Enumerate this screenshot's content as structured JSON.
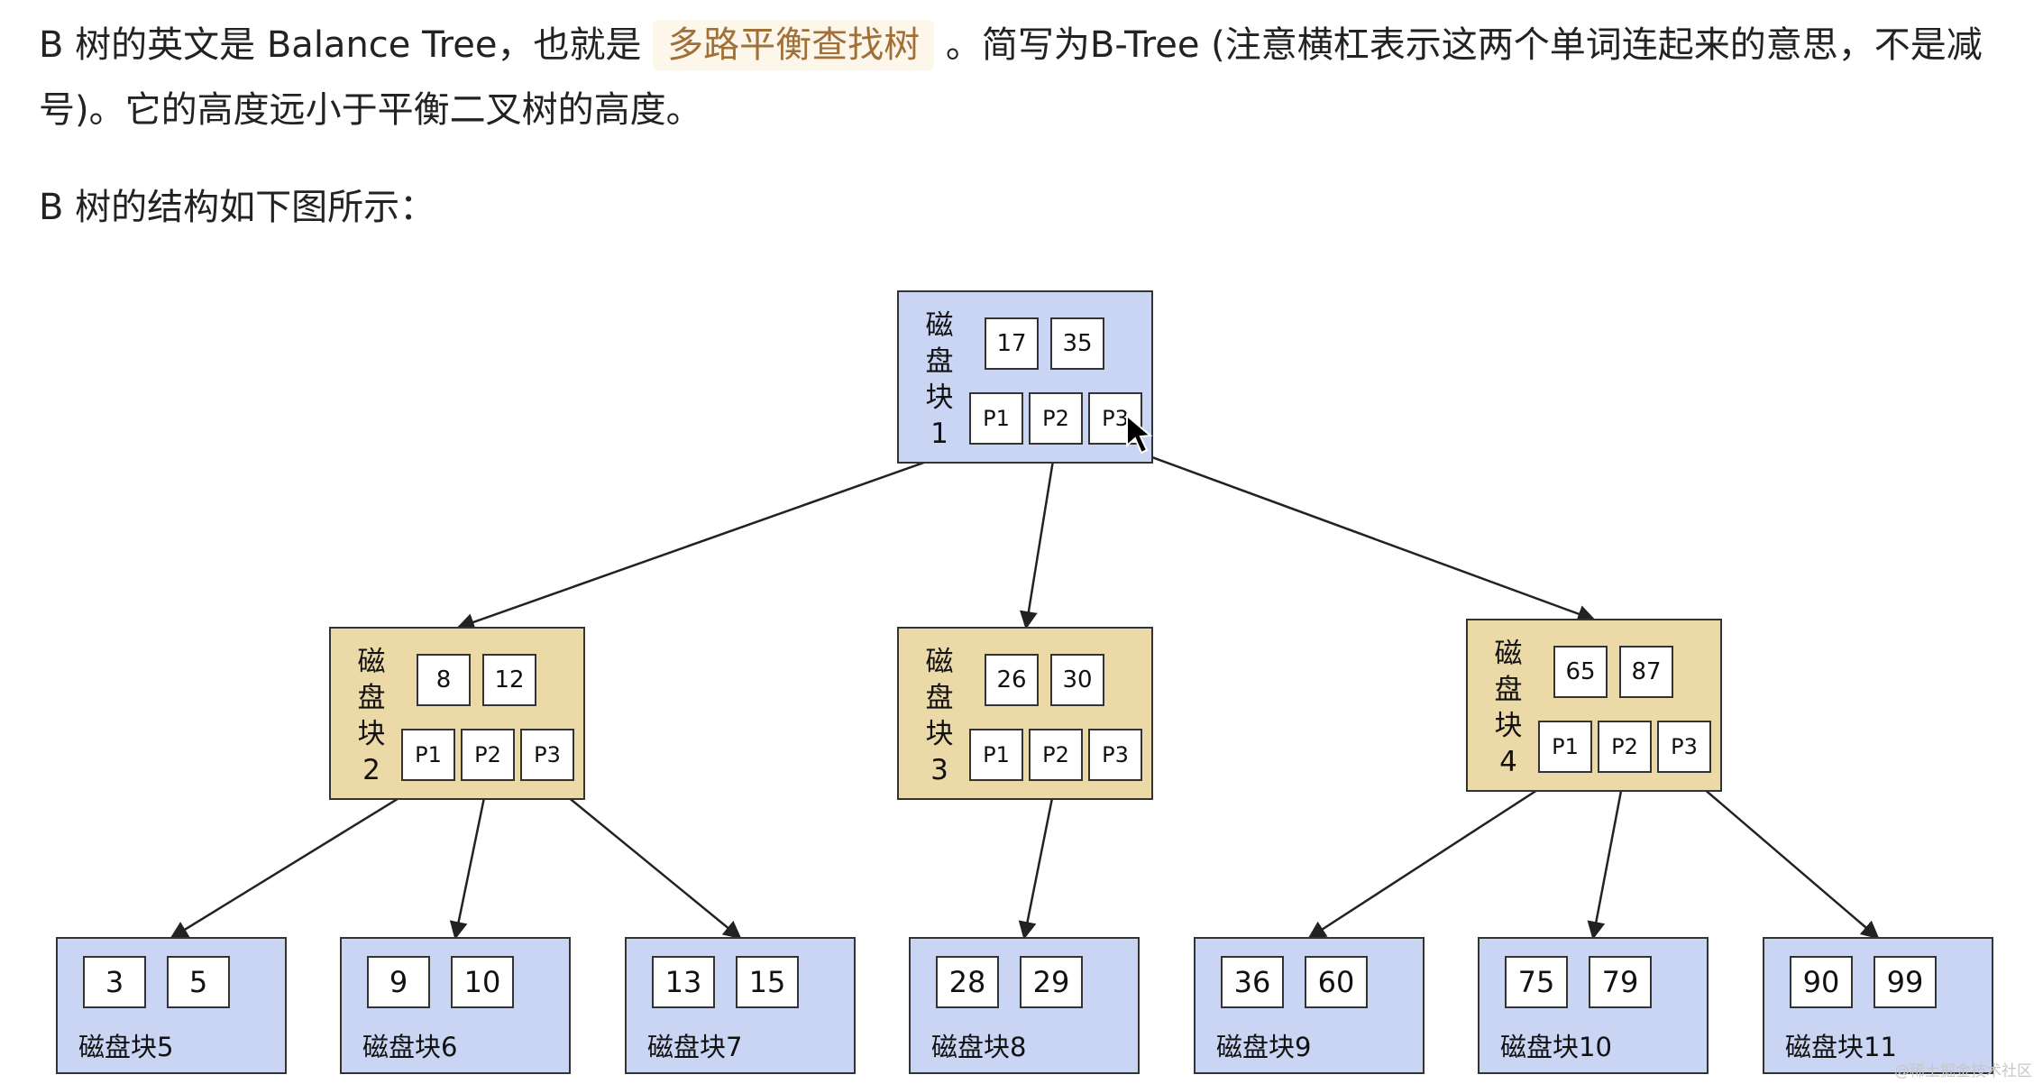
{
  "text": {
    "p1_a": "B 树的英文是 Balance Tree，也就是 ",
    "p1_highlight": "多路平衡查找树",
    "p1_b": " 。简写为B-Tree (注意横杠表示这两个单词连起来的意思，不是减号)。它的高度远小于平衡二叉树的高度。",
    "p2": "B 树的结构如下图所示："
  },
  "tree": {
    "root": {
      "label": [
        "磁",
        "盘",
        "块",
        "1"
      ],
      "keys": [
        "17",
        "35"
      ],
      "pointers": [
        "P1",
        "P2",
        "P3"
      ]
    },
    "middle": [
      {
        "label": [
          "磁",
          "盘",
          "块",
          "2"
        ],
        "keys": [
          "8",
          "12"
        ],
        "pointers": [
          "P1",
          "P2",
          "P3"
        ]
      },
      {
        "label": [
          "磁",
          "盘",
          "块",
          "3"
        ],
        "keys": [
          "26",
          "30"
        ],
        "pointers": [
          "P1",
          "P2",
          "P3"
        ]
      },
      {
        "label": [
          "磁",
          "盘",
          "块",
          "4"
        ],
        "keys": [
          "65",
          "87"
        ],
        "pointers": [
          "P1",
          "P2",
          "P3"
        ]
      }
    ],
    "leaves": [
      {
        "label": "磁盘块5",
        "keys": [
          "3",
          "5"
        ]
      },
      {
        "label": "磁盘块6",
        "keys": [
          "9",
          "10"
        ]
      },
      {
        "label": "磁盘块7",
        "keys": [
          "13",
          "15"
        ]
      },
      {
        "label": "磁盘块8",
        "keys": [
          "28",
          "29"
        ]
      },
      {
        "label": "磁盘块9",
        "keys": [
          "36",
          "60"
        ]
      },
      {
        "label": "磁盘块10",
        "keys": [
          "75",
          "79"
        ]
      },
      {
        "label": "磁盘块11",
        "keys": [
          "90",
          "99"
        ]
      }
    ],
    "colors": {
      "root_leaf_fill": "#c9d5f2",
      "middle_fill": "#ecd9a8",
      "highlight_text": "#a07038"
    }
  },
  "watermark": "@稀土掘金技术社区"
}
